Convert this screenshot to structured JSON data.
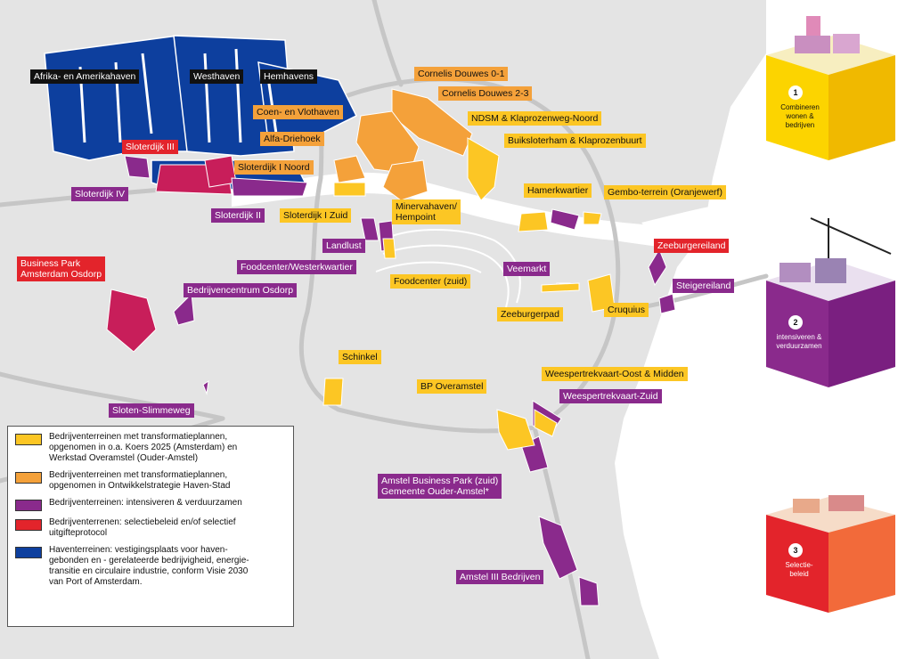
{
  "colors": {
    "yellow": "#fcc624",
    "orange": "#f4a13a",
    "purple": "#8a2a8c",
    "red": "#e3242b",
    "blue": "#0d3f9e",
    "land": "#e4e4e4",
    "water": "#ffffff",
    "road": "#c4c4c4"
  },
  "labels": {
    "afrika": "Afrika- en Amerikahaven",
    "westhaven": "Westhaven",
    "hemhavens": "Hemhavens",
    "cornelis01": "Cornelis Douwes 0-1",
    "cornelis23": "Cornelis Douwes 2-3",
    "coen": "Coen- en Vlothaven",
    "ndsm": "NDSM & Klaprozenweg-Noord",
    "alfa": "Alfa-Driehoek",
    "buiksloot": "Buiksloterham & Klaprozenbuurt",
    "sloterdijk3": "Sloterdijk III",
    "sloterdijk1noord": "Sloterdijk I Noord",
    "sloterdijk4": "Sloterdijk IV",
    "hamerkwartier": "Hamerkwartier",
    "gembo": "Gembo-terrein (Oranjewerf)",
    "minerva": "Minervahaven/\nHempoint",
    "sloterdijk2": "Sloterdijk II",
    "sloterdijk1zuid": "Sloterdijk I Zuid",
    "landlust": "Landlust",
    "zeeburgereiland": "Zeeburgereiland",
    "foodcenterwest": "Foodcenter/Westerkwartier",
    "businessparkosdorp": "Business Park\nAmsterdam Osdorp",
    "veemarkt": "Veemarkt",
    "steigereiland": "Steigereiland",
    "foodcenterzuid": "Foodcenter (zuid)",
    "bedrijvencentrum": "Bedrijvencentrum Osdorp",
    "zeeburgerpad": "Zeeburgerpad",
    "cruquius": "Cruquius",
    "schinkel": "Schinkel",
    "weespoost": "Weespertrekvaart-Oost & Midden",
    "bpoveramstel": "BP Overamstel",
    "weespzuid": "Weespertrekvaart-Zuid",
    "slotenslimme": "Sloten-Slimmeweg",
    "amstelbp": "Amstel Business Park (zuid)\nGemeente Ouder-Amstel*",
    "amstel3": "Amstel III Bedrijven"
  },
  "legend": [
    {
      "color": "#fcc624",
      "text": "Bedrijventerreinen met transformatieplannen,\nopgenomen in o.a. Koers 2025 (Amsterdam) en\nWerkstad Overamstel (Ouder-Amstel)"
    },
    {
      "color": "#f4a13a",
      "text": "Bedrijventerreinen met transformatieplannen,\nopgenomen in Ontwikkelstrategie Haven-Stad"
    },
    {
      "color": "#8a2a8c",
      "text": "Bedrijventerreinen: intensiveren & verduurzamen"
    },
    {
      "color": "#e3242b",
      "text": "Bedrijventerrenen: selectiebeleid en/of selectief\nuitgifteprotocol"
    },
    {
      "color": "#0d3f9e",
      "text": "Haventerreinen: vestigingsplaats voor haven-\ngebonden en - gerelateerde bedrijvigheid, energie-\ntransitie en circulaire industrie, conform Visie 2030\nvan Port of Amsterdam."
    }
  ],
  "cubes": [
    {
      "number": "1",
      "label": "Combineren\nwonen & bedrijven",
      "color": "#fcd400"
    },
    {
      "number": "2",
      "label": "intensiveren &\nverduurzamen",
      "color": "#8a2a8c"
    },
    {
      "number": "3",
      "label": "Selectie-\nbeleid",
      "color": "#e3242b"
    }
  ]
}
